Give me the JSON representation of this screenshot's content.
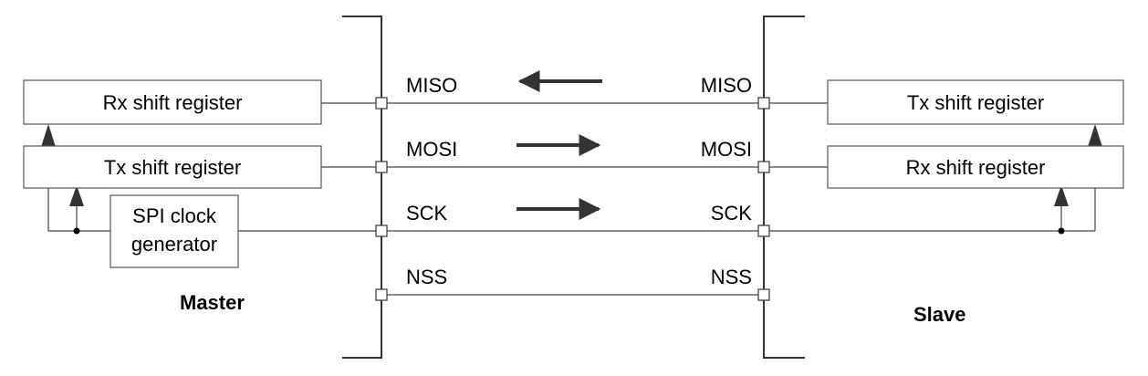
{
  "master": {
    "title": "Master",
    "rx_register": "Rx shift register",
    "tx_register": "Tx shift register",
    "clock_generator": [
      "SPI clock",
      "generator"
    ]
  },
  "slave": {
    "title": "Slave",
    "tx_register": "Tx shift register",
    "rx_register": "Rx shift register"
  },
  "signals": [
    {
      "name": "MISO",
      "direction": "left"
    },
    {
      "name": "MOSI",
      "direction": "right"
    },
    {
      "name": "SCK",
      "direction": "right"
    },
    {
      "name": "NSS",
      "direction": "none"
    }
  ],
  "colors": {
    "line": "#444444",
    "arrow": "#333333",
    "box_border": "#555555"
  }
}
